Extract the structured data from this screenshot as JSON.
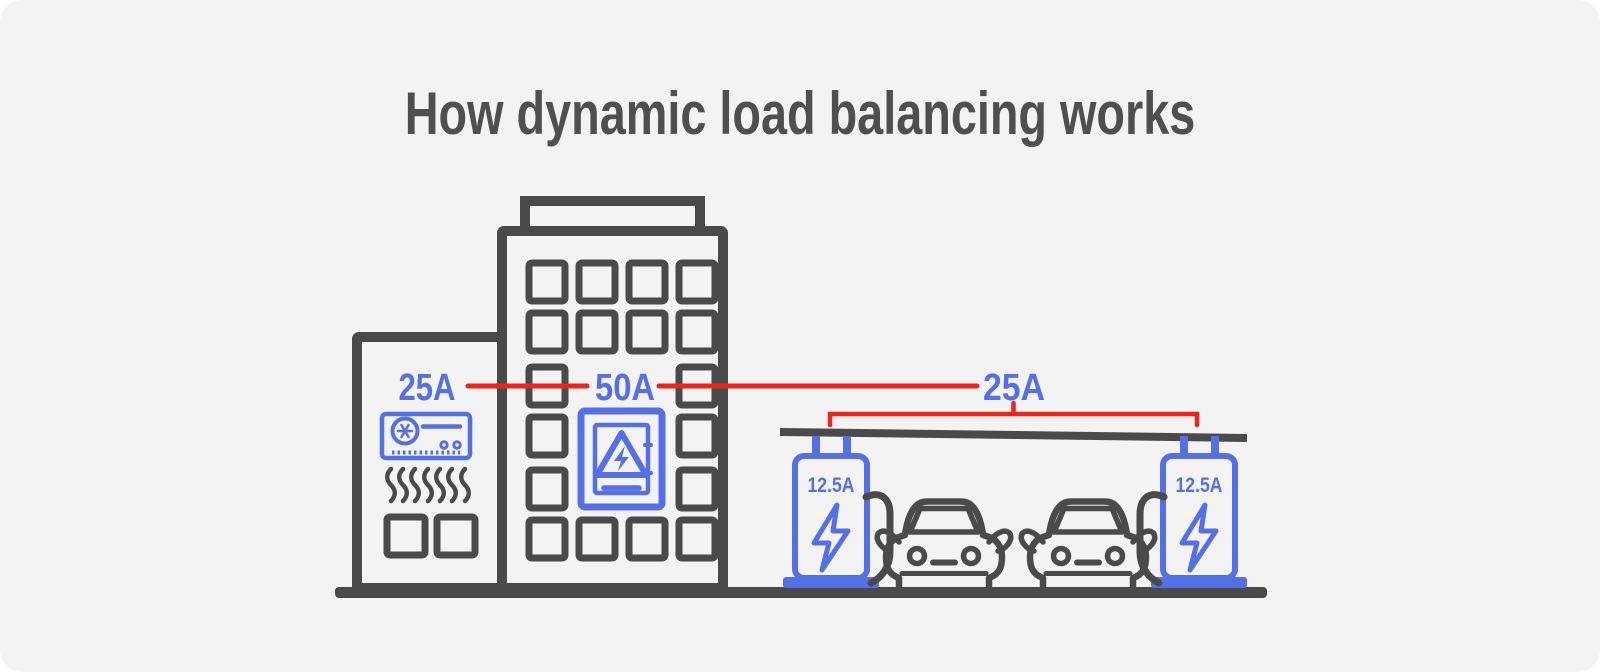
{
  "title": "How dynamic load balancing works",
  "colors": {
    "background": "#f3f3f4",
    "outline_dark": "#4a4a4b",
    "accent_blue": "#5570e7",
    "alert_red": "#ec241c"
  },
  "diagram": {
    "small_building": {
      "load_label": "25A"
    },
    "tall_building": {
      "supply_label": "50A"
    },
    "charging_group": {
      "load_label": "25A",
      "charger_left": {
        "current_label": "12.5A"
      },
      "charger_right": {
        "current_label": "12.5A"
      }
    }
  }
}
